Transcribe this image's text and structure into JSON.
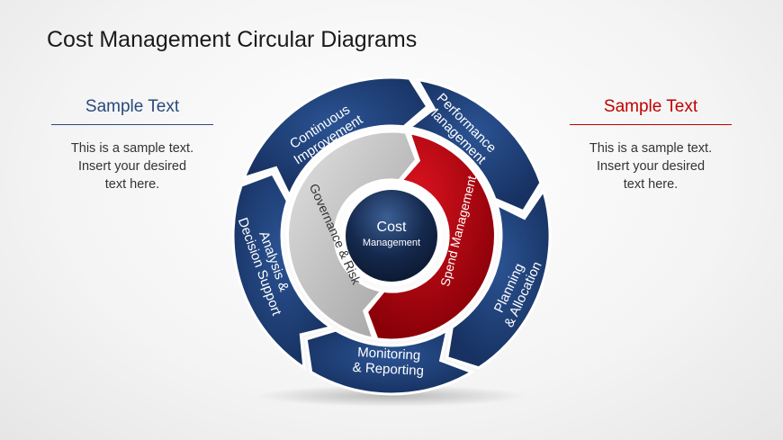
{
  "title": "Cost Management Circular Diagrams",
  "left_panel": {
    "heading": "Sample Text",
    "body_lines": [
      "This is a sample text.",
      "Insert your desired",
      "text here."
    ]
  },
  "right_panel": {
    "heading": "Sample Text",
    "body_lines": [
      "This is a sample text.",
      "Insert your desired",
      "text here."
    ]
  },
  "diagram": {
    "center": {
      "line1": "Cost",
      "line2": "Management"
    },
    "outer": [
      {
        "l1": "Continuous",
        "l2": "Improvement"
      },
      {
        "l1": "Performance",
        "l2": "Management"
      },
      {
        "l1": "Planning",
        "l2": "& Allocation"
      },
      {
        "l1": "Monitoring",
        "l2": "& Reporting"
      },
      {
        "l1": "Analysis &",
        "l2": "Decision Support"
      }
    ],
    "inner": [
      {
        "label": "Governance & Risk"
      },
      {
        "label": "Spend Management"
      }
    ]
  },
  "colors": {
    "navy": "#1e3f73",
    "red": "#b5000c",
    "gray": "#b8b8b8",
    "heading_blue": "#2a4a7c",
    "heading_red": "#c00000"
  }
}
